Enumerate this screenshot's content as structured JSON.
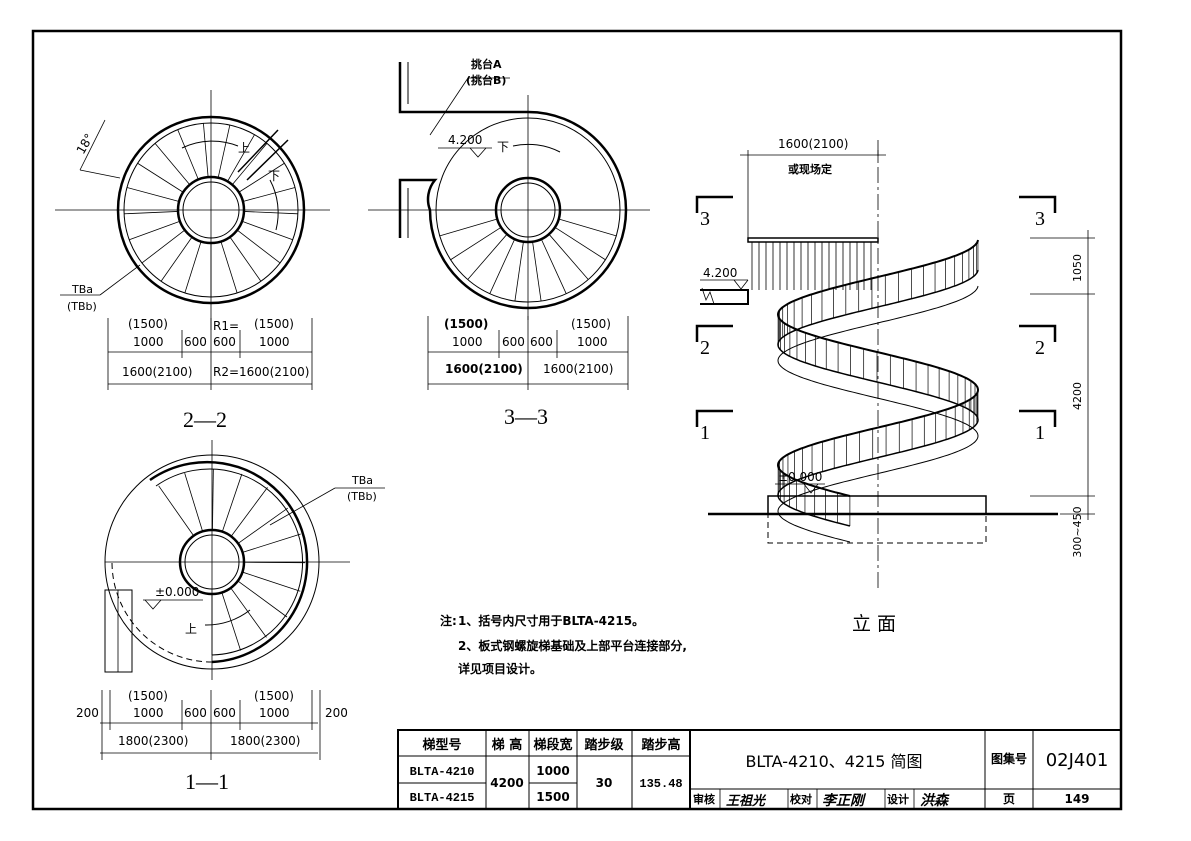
{
  "section_2_2": {
    "angle_label": "18°",
    "up_label": "上",
    "down_label": "下",
    "tb_top": "TBa",
    "tb_bottom": "(TBb)",
    "dims_row1": [
      "(1500)",
      "(1500)"
    ],
    "dims_row1_r1": "R1=",
    "dims_row2": [
      "1000",
      "600",
      "600",
      "1000"
    ],
    "dims_row3": [
      "1600(2100)",
      "R2=1600(2100)"
    ],
    "title": "2—2"
  },
  "section_3_3": {
    "platform_a": "挑台A",
    "platform_b": "(挑台B)",
    "level": "4.200",
    "down_label": "下",
    "dims_row1": [
      "(1500)",
      "(1500)"
    ],
    "dims_row2": [
      "1000",
      "600",
      "600",
      "1000"
    ],
    "dims_row3": [
      "1600(2100)",
      "1600(2100)"
    ],
    "title": "3—3"
  },
  "section_1_1": {
    "tb_top": "TBa",
    "tb_bottom": "(TBb)",
    "level": "±0.000",
    "up_label": "上",
    "dims_row1": [
      "(1500)",
      "(1500)"
    ],
    "dims_row2": [
      "200",
      "1000",
      "600",
      "600",
      "1000",
      "200"
    ],
    "dims_row3": [
      "1800(2300)",
      "1800(2300)"
    ],
    "title": "1—1"
  },
  "elevation": {
    "top_dim": "1600(2100)",
    "top_note": "或现场定",
    "level_top": "4.200",
    "level_base": "±0.000",
    "section_marks": [
      "3",
      "3",
      "2",
      "2",
      "1",
      "1"
    ],
    "dim_1050": "1050",
    "dim_4200": "4200",
    "dim_base": "300~450",
    "title": "立  面"
  },
  "notes": {
    "label": "注:",
    "line1": "1、括号内尺寸用于BLTA-4215。",
    "line2": "2、板式钢螺旋梯基础及上部平台连接部分,",
    "line3": "详见项目设计。"
  },
  "spec_table": {
    "headers": [
      "梯型号",
      "梯 高",
      "梯段宽",
      "踏步级",
      "踏步高"
    ],
    "rows": [
      {
        "model": "BLTA-4210",
        "width": "1000"
      },
      {
        "model": "BLTA-4215",
        "width": "1500"
      }
    ],
    "height": "4200",
    "steps": "30",
    "riser": "135.48"
  },
  "title_block": {
    "title": "BLTA-4210、4215 简图",
    "atlas_label": "图集号",
    "atlas_no": "02J401",
    "review_label": "审核",
    "review_sig": "王祖光",
    "check_label": "校对",
    "check_sig": "李正刚",
    "design_label": "设计",
    "design_sig": "洪森",
    "page_label": "页",
    "page_no": "149"
  }
}
